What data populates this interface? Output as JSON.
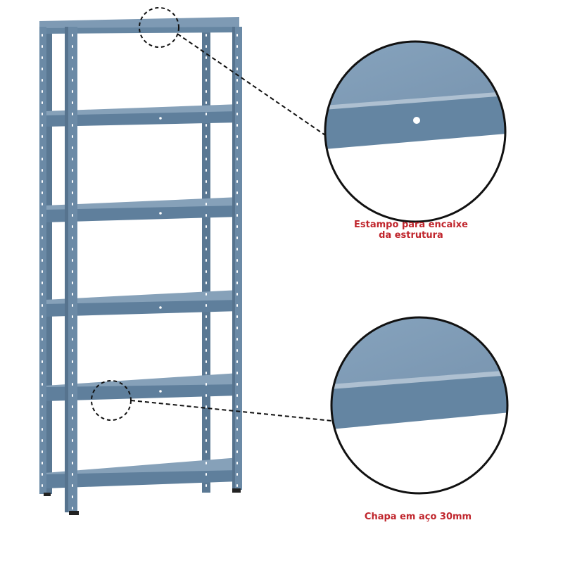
{
  "callouts": {
    "top": {
      "line1": "Estampo para encaixe",
      "line2": "da estrutura"
    },
    "bottom": {
      "line1": "Chapa em aço 30mm"
    }
  },
  "colors": {
    "label": "#c0262d",
    "frame": "#6b8aa6",
    "frame_dark": "#56738e",
    "shelf_top": "#7e9ab4",
    "shelf_front": "#5f7f9c",
    "zoom_surface": "#7f9cb6",
    "zoom_edge": "#6485a2",
    "zoom_highlight": "#aec0d1",
    "foot": "#222222"
  },
  "icons": {
    "hole": "hole-icon"
  }
}
